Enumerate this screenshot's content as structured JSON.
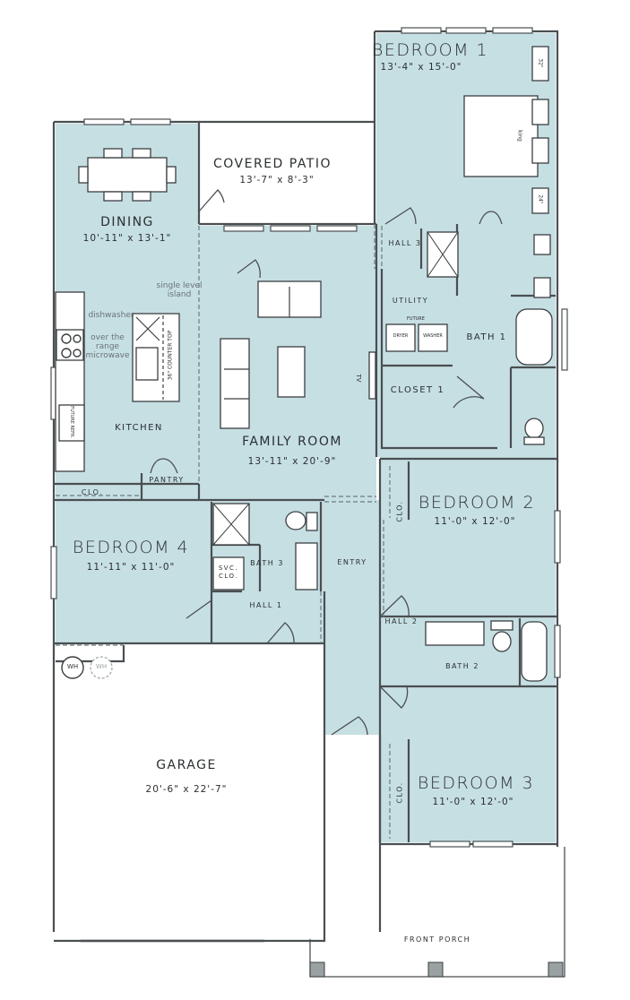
{
  "plan": {
    "fill_color": "#c6dfe3",
    "wall_color": "#4a4f52",
    "rooms": {
      "bedroom1": {
        "name": "BEDROOM 1",
        "dims": "13'-4\" x 15'-0\""
      },
      "covered_patio": {
        "name": "COVERED PATIO",
        "dims": "13'-7\" x 8'-3\""
      },
      "dining": {
        "name": "DINING",
        "dims": "10'-11\" x 13'-1\""
      },
      "kitchen": {
        "name": "KITCHEN"
      },
      "family_room": {
        "name": "FAMILY ROOM",
        "dims": "13'-11\" x 20'-9\""
      },
      "hall3": {
        "name": "HALL 3"
      },
      "utility": {
        "name": "UTILITY"
      },
      "bath1": {
        "name": "BATH 1"
      },
      "closet1": {
        "name": "CLOSET 1"
      },
      "pantry": {
        "name": "PANTRY"
      },
      "kitchen_clo": {
        "name": "CLO."
      },
      "bedroom4": {
        "name": "BEDROOM 4",
        "dims": "11'-11\" x 11'-0\""
      },
      "bath3": {
        "name": "BATH 3"
      },
      "svc_clo": {
        "name": "SVC. CLO."
      },
      "hall1": {
        "name": "HALL 1"
      },
      "entry": {
        "name": "ENTRY"
      },
      "bedroom2": {
        "name": "BEDROOM 2",
        "dims": "11'-0\" x 12'-0\""
      },
      "bedroom2_clo": {
        "name": "CLO."
      },
      "hall2": {
        "name": "HALL 2"
      },
      "bath2": {
        "name": "BATH 2"
      },
      "bedroom3": {
        "name": "BEDROOM 3",
        "dims": "11'-0\" x 12'-0\""
      },
      "bedroom3_clo": {
        "name": "CLO."
      },
      "garage": {
        "name": "GARAGE",
        "dims": "20'-6\" x 22'-7\""
      },
      "front_porch": {
        "name": "FRONT PORCH"
      }
    },
    "annotations": {
      "single_level_island": "single level island",
      "dishwasher": "dishwasher",
      "over_range_microwave": "over the range microwave",
      "counter_top": "36\" COUNTER TOP",
      "future_refr": "FUTURE REFR.",
      "future": "FUTURE",
      "dryer": "DRYER",
      "washer": "WASHER",
      "tv": "TV",
      "king": "king",
      "nightstand_1": "32\"",
      "nightstand_2": "24\"",
      "water_heater": "WH",
      "water_heater_future": "WH"
    }
  }
}
